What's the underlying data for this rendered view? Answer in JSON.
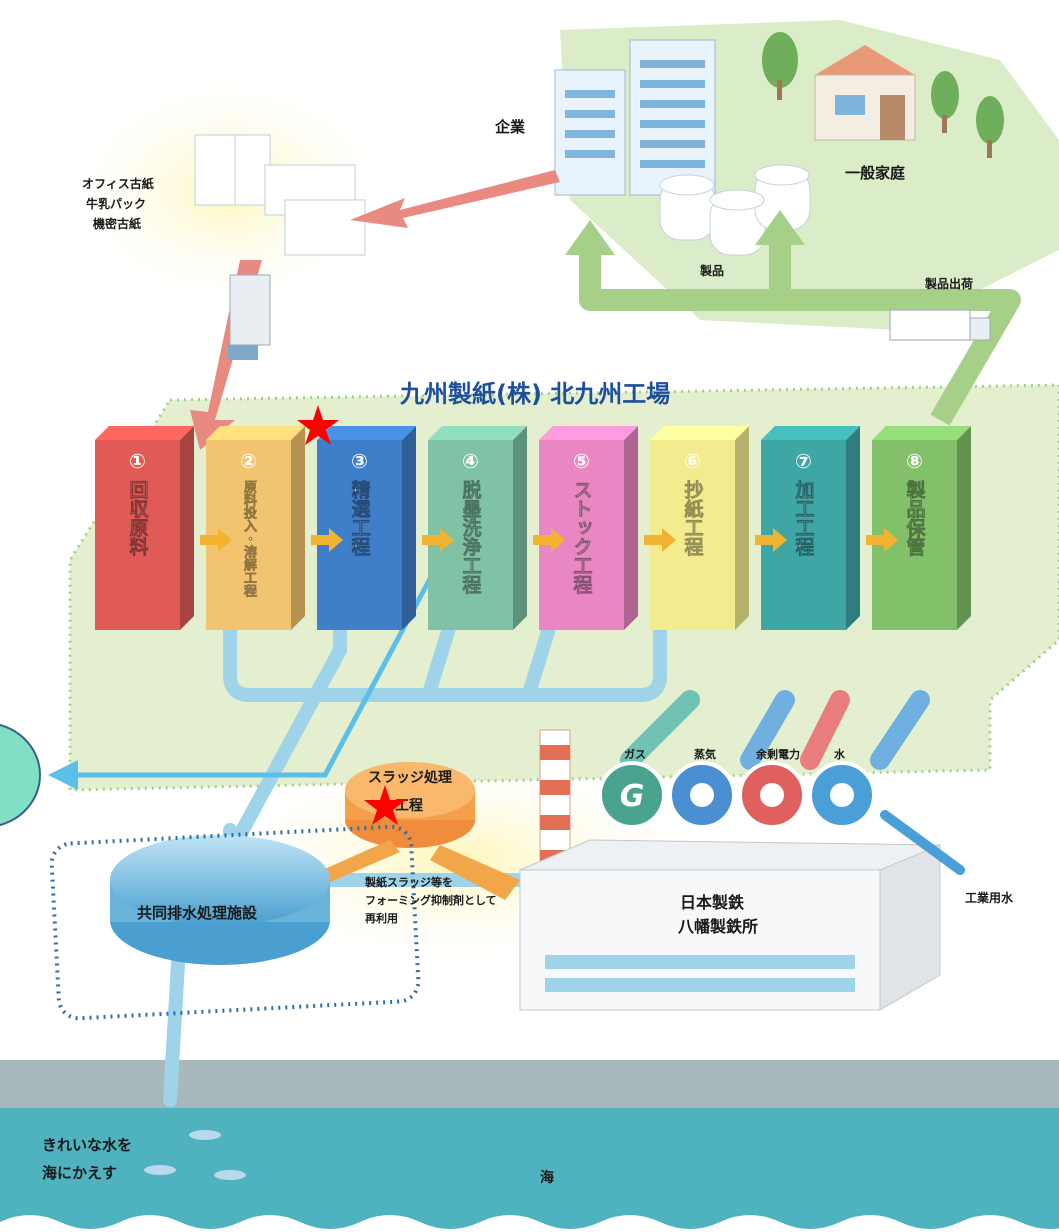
{
  "labels": {
    "company": "企業",
    "household": "一般家庭",
    "wastepaper": [
      "オフィス古紙",
      "牛乳パック",
      "機密古紙"
    ],
    "product": "製品",
    "shipment": "製品出荷",
    "factory_title": "九州製紙(株) 北九州工場",
    "sludge": [
      "スラッジ処理",
      "工程"
    ],
    "reuse": [
      "製紙スラッジ等を",
      "フォーミング抑制剤として",
      "再利用"
    ],
    "wastewater": "共同排水処理施設",
    "steelworks": [
      "日本製鉄",
      "八幡製鉄所"
    ],
    "industrial_water": "工業用水",
    "clean_water": [
      "きれいな水を",
      "海にかえす"
    ],
    "sea": "海"
  },
  "process_columns": [
    {
      "num": "①",
      "text": "回収原料",
      "color": "#e05a56"
    },
    {
      "num": "②",
      "text": "原料投入・溶解工程",
      "color": "#f2c46f"
    },
    {
      "num": "③",
      "text": "精選工程",
      "color": "#3f7fc9"
    },
    {
      "num": "④",
      "text": "脱墨洗浄工程",
      "color": "#7fc2a5"
    },
    {
      "num": "⑤",
      "text": "ストック工程",
      "color": "#e887c2"
    },
    {
      "num": "⑥",
      "text": "抄紙工程",
      "color": "#f3ec8e"
    },
    {
      "num": "⑦",
      "text": "加工工程",
      "color": "#3fa6a6"
    },
    {
      "num": "⑧",
      "text": "製品保管",
      "color": "#82c16a"
    }
  ],
  "utilities": [
    {
      "label": "ガス",
      "icon": "gas-icon",
      "color": "#4aa38e",
      "glyph": "G"
    },
    {
      "label": "蒸気",
      "icon": "steam-icon",
      "color": "#4a8fd1"
    },
    {
      "label": "余剰電力",
      "icon": "electricity-icon",
      "color": "#e06060"
    },
    {
      "label": "水",
      "icon": "water-drop-icon",
      "color": "#4a9fd8"
    }
  ],
  "colors": {
    "factory_floor": "#e3efcf",
    "sea": "#4fb2bf",
    "pipe": "#8fcde8",
    "marker_star": "#ff0000",
    "circle_marker": "#80dfc4"
  }
}
